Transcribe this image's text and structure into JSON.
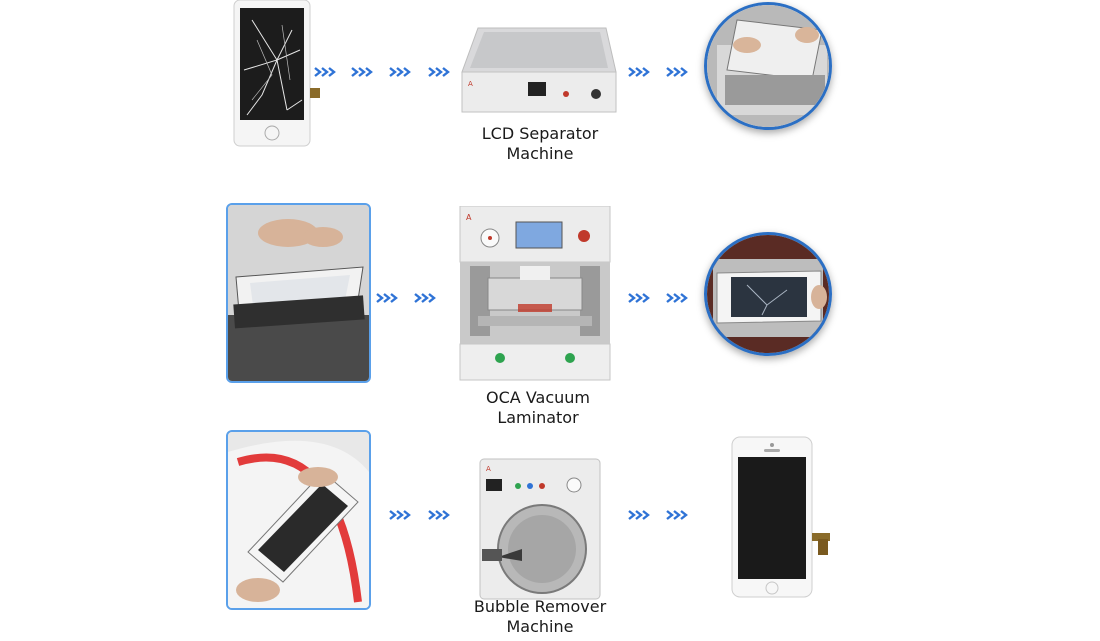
{
  "steps": [
    {
      "caption_line1": "LCD Separator",
      "caption_line2": "Machine"
    },
    {
      "caption_line1": "OCA Vacuum",
      "caption_line2": "Laminator"
    },
    {
      "caption_line1": "Bubble Remover",
      "caption_line2": "Machine"
    }
  ],
  "colors": {
    "arrow": "#2f73d6",
    "frame": "#5aa0ea",
    "circle_border": "#2b6fc4",
    "machine_body": "#e9e9ea"
  },
  "icons": [
    "cracked-phone",
    "chevron-arrow",
    "lcd-separator-machine",
    "oca-laminator-machine",
    "bubble-remover-machine",
    "repaired-phone"
  ]
}
